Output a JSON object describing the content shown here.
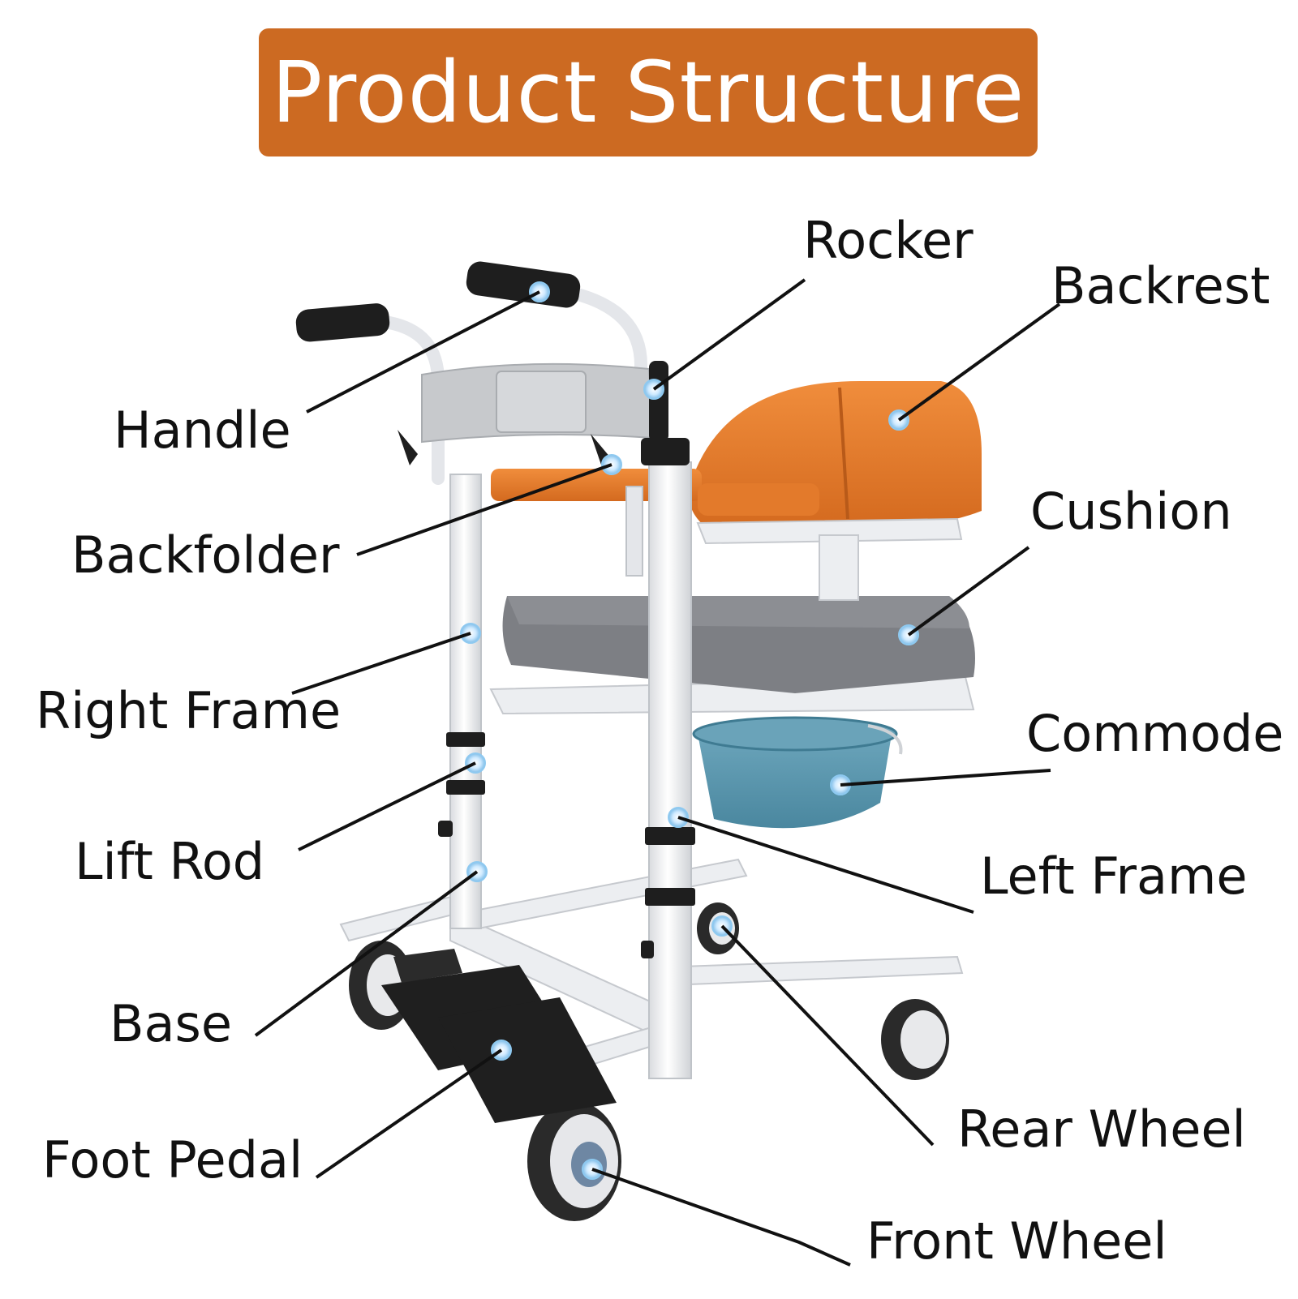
{
  "title": "Product Structure",
  "colors": {
    "title_background": "#cc6a22",
    "accent_orange": "#e07a2c",
    "frame_white": "#f2f3f5",
    "cushion_gray": "#7d7f84",
    "commode_blue": "#5b96ad",
    "rubber_black": "#1e1e1e",
    "marker_blue": "#8ec9f0"
  },
  "labels": {
    "rocker": "Rocker",
    "backrest": "Backrest",
    "handle": "Handle",
    "backfolder": "Backfolder",
    "cushion": "Cushion",
    "right_frame": "Right Frame",
    "commode": "Commode",
    "lift_rod": "Lift Rod",
    "left_frame": "Left Frame",
    "base": "Base",
    "foot_pedal": "Foot Pedal",
    "rear_wheel": "Rear Wheel",
    "front_wheel": "Front Wheel"
  }
}
